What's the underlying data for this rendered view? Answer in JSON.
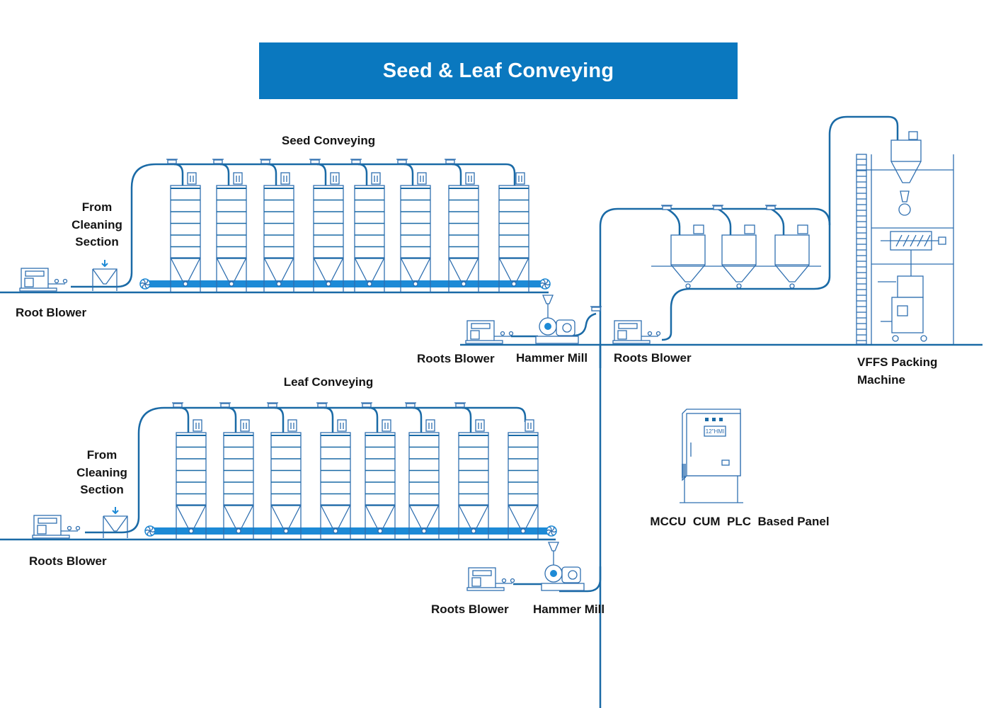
{
  "title": "Seed & Leaf Conveying",
  "colors": {
    "banner": "#0a78bf",
    "pipe": "#1a6aa6",
    "equipment_line": "#2f6fb0",
    "conveyor": "#1d8ad6",
    "label_text": "#141414"
  },
  "seed_section": {
    "heading": "Seed Conveying",
    "source_label_lines": [
      "From",
      "Cleaning",
      "Section"
    ],
    "blower_label": "Root Blower",
    "silo_count": 8
  },
  "leaf_section": {
    "heading": "Leaf Conveying",
    "source_label_lines": [
      "From",
      "Cleaning",
      "Section"
    ],
    "blower_label": "Roots Blower",
    "silo_count": 8
  },
  "mill_lines": [
    {
      "blower_label": "Roots Blower",
      "mill_label": "Hammer Mill"
    },
    {
      "blower_label": "Roots Blower",
      "mill_label": "Hammer Mill"
    }
  ],
  "storage_section": {
    "blower_label": "Roots Blower",
    "hopper_count": 3
  },
  "packing": {
    "label_lines": [
      "VFFS Packing",
      "Machine"
    ]
  },
  "panel": {
    "label": "MCCU  CUM  PLC  Based Panel",
    "screen_text": "12\"HMI",
    "indicator_count": 3
  },
  "icons": [
    "blower-icon",
    "hopper-icon",
    "silo-icon",
    "fan-icon",
    "hammer-mill-icon",
    "vffs-machine-icon",
    "control-panel-icon",
    "valve-icon"
  ]
}
